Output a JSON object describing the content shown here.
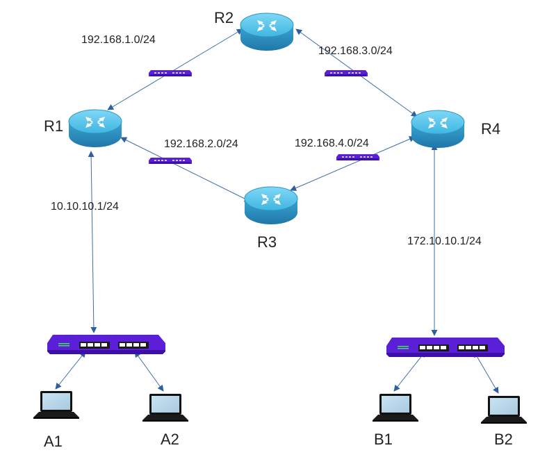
{
  "routers": [
    {
      "id": "R1",
      "label": "R1"
    },
    {
      "id": "R2",
      "label": "R2"
    },
    {
      "id": "R3",
      "label": "R3"
    },
    {
      "id": "R4",
      "label": "R4"
    }
  ],
  "networks": {
    "r1_r2": "192.168.1.0/24",
    "r1_r3": "192.168.2.0/24",
    "r2_r4": "192.168.3.0/24",
    "r3_r4": "192.168.4.0/24",
    "lan_a": "10.10.10.1/24",
    "lan_b": "172.10.10.1/24"
  },
  "hosts": [
    {
      "id": "A1",
      "label": "A1"
    },
    {
      "id": "A2",
      "label": "A2"
    },
    {
      "id": "B1",
      "label": "B1"
    },
    {
      "id": "B2",
      "label": "B2"
    }
  ],
  "colors": {
    "router_top": "#4fc3ea",
    "router_side": "#2a8fbd",
    "switch": "#5a1fd6",
    "link": "#3e6ea8",
    "arrow": "#2f5f9e"
  }
}
